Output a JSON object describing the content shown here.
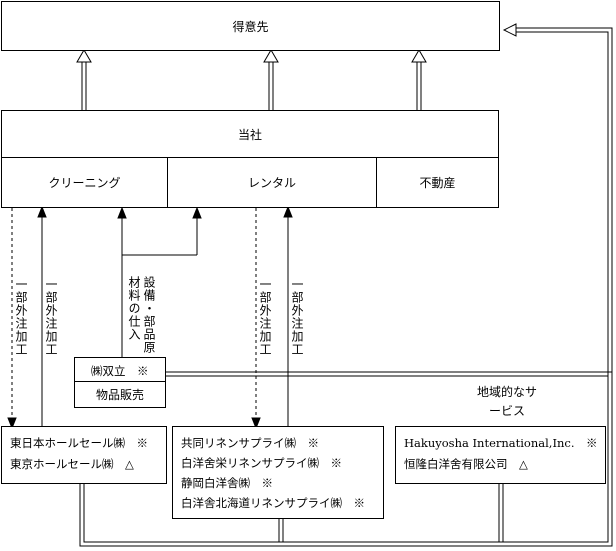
{
  "customer": "得意先",
  "company": "当社",
  "segments": {
    "cleaning": "クリーニング",
    "rental": "レンタル",
    "real_estate": "不動産"
  },
  "outsource": {
    "left_dashed": "一部外注加工",
    "left_solid": "一部外注加工",
    "mid_dashed": "一部外注加工",
    "mid_solid": "一部外注加工"
  },
  "procurement": "設備・部品原材料の仕入",
  "souritsu": {
    "name": "㈱双立　※",
    "role": "物品販売"
  },
  "regional": "地域的なサービス",
  "box_left": [
    "東日本ホールセール㈱　※",
    "東京ホールセール㈱　△"
  ],
  "box_mid": [
    "共同リネンサプライ㈱　※",
    "白洋舍栄リネンサプライ㈱　※",
    "静岡白洋舎㈱　※",
    "白洋舎北海道リネンサプライ㈱　※"
  ],
  "box_right": [
    "Hakuyosha International,Inc.　※",
    "恒隆白洋舍有限公司　△"
  ]
}
